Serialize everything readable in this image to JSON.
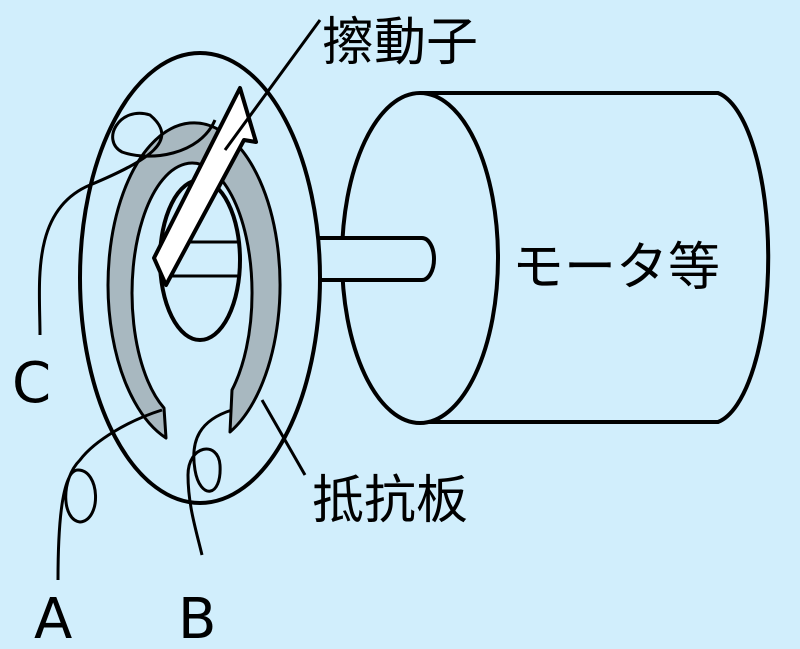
{
  "labels": {
    "wiper": "擦動子",
    "motor": "モータ等",
    "resistor_plate": "抵抗板",
    "terminal_a": "A",
    "terminal_b": "B",
    "terminal_c": "C"
  },
  "colors": {
    "background": "#d1eefc",
    "resistor": "#a8b8c0",
    "line": "#000000",
    "wiper_fill": "#ffffff"
  }
}
